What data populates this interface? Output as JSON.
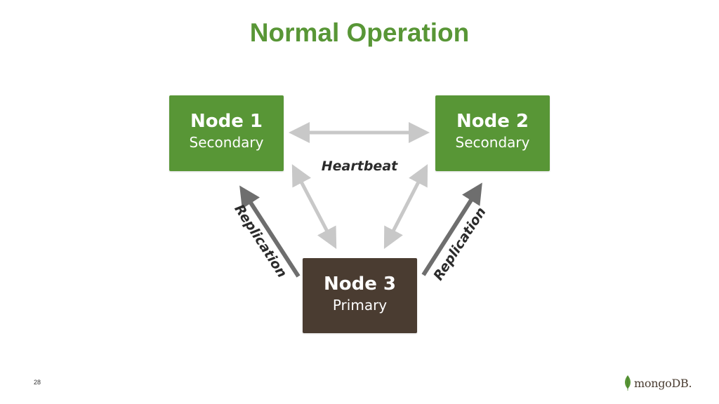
{
  "slide": {
    "title": "Normal Operation",
    "page_number": "28"
  },
  "colors": {
    "title": "#589636",
    "secondary_node": "#589636",
    "primary_node": "#4a3c31",
    "heartbeat_arrow": "#c8c8c8",
    "replication_arrow": "#6e6e6e"
  },
  "nodes": [
    {
      "name": "Node 1",
      "role": "Secondary",
      "color": "#589636"
    },
    {
      "name": "Node 2",
      "role": "Secondary",
      "color": "#589636"
    },
    {
      "name": "Node 3",
      "role": "Primary",
      "color": "#4a3c31"
    }
  ],
  "labels": {
    "heartbeat": "Heartbeat",
    "replication_left": "Replication",
    "replication_right": "Replication"
  },
  "logo": {
    "icon": "leaf-icon",
    "text": "mongoDB."
  }
}
